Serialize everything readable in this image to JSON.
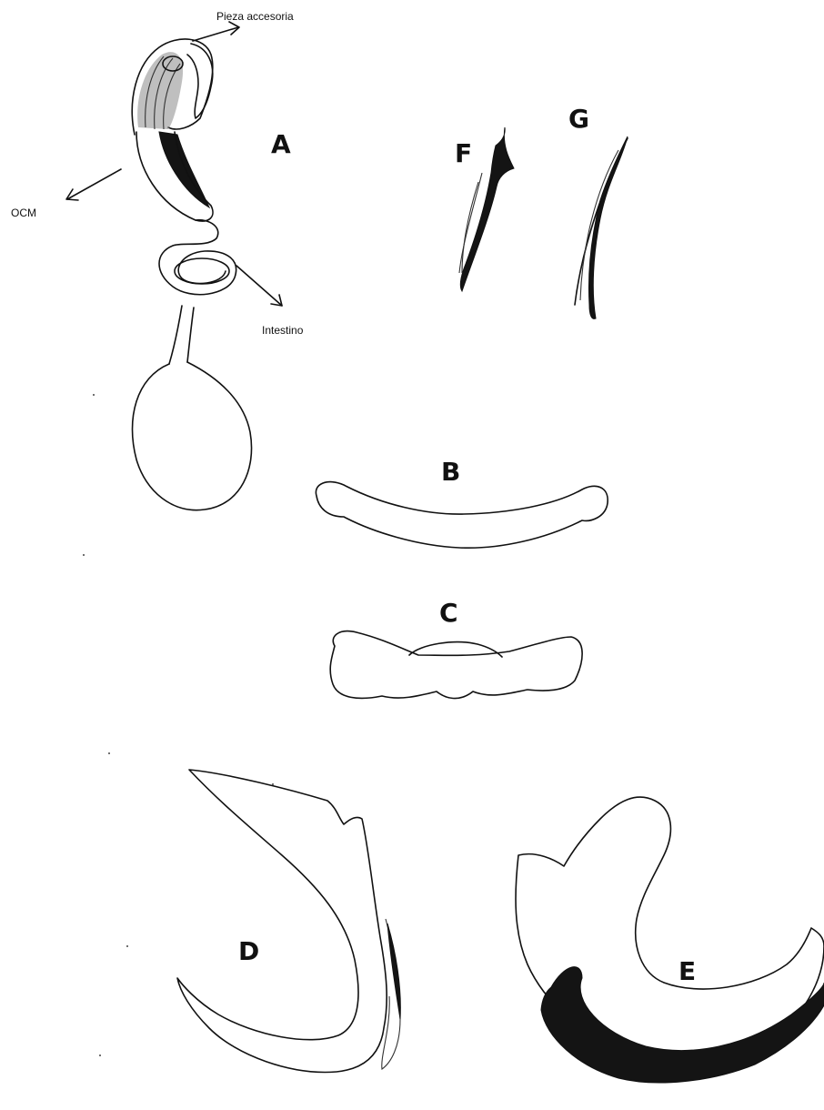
{
  "panels": {
    "A": "A",
    "B": "B",
    "C": "C",
    "D": "D",
    "E": "E",
    "F": "F",
    "G": "G"
  },
  "annotations": {
    "accessory_piece": "Pieza accesoria",
    "ocm": "OCM",
    "intestine": "Intestino"
  }
}
